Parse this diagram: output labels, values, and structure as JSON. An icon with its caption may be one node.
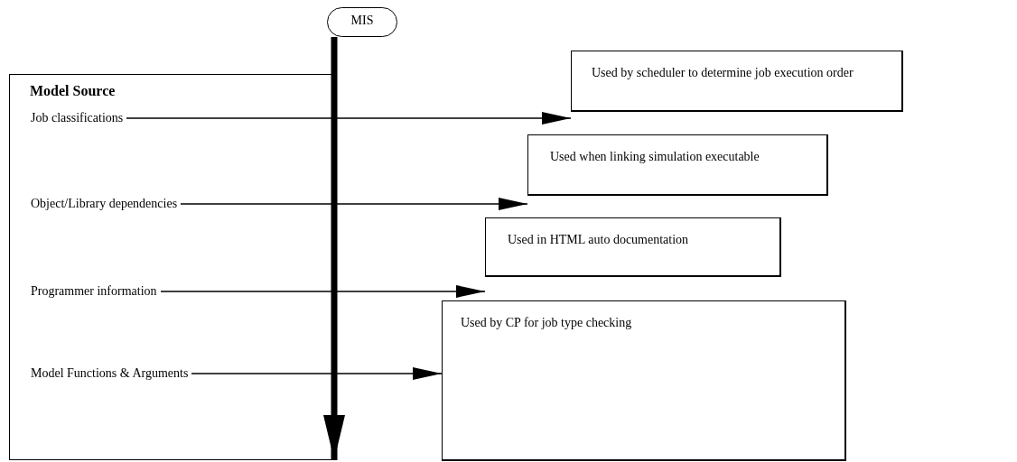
{
  "diagram": {
    "nodes": [
      {
        "text": [
          "MIS"
        ]
      },
      {
        "text": [
          "Model Source"
        ]
      },
      {
        "text": [
          "Job classifications"
        ],
        "in": 1
      },
      {
        "text": [
          "Object/Library dependencies"
        ],
        "in": 1
      },
      {
        "text": [
          "Programmer information"
        ],
        "in": 1
      },
      {
        "text": [
          "Model Functions & Arguments"
        ],
        "in": 1
      },
      {
        "text": [
          "Used by scheduler to determine job execution order"
        ]
      },
      {
        "text": [
          "Used when linking simulation executable"
        ]
      },
      {
        "text": [
          "Used in HTML auto documentation"
        ]
      },
      {
        "text": [
          "Used by CP for job type checking"
        ]
      }
    ],
    "edges": [
      {
        "from": 0,
        "to": 1,
        "arrow": "to",
        "style": "thick"
      },
      {
        "from": 2,
        "to": 6,
        "arrow": "to"
      },
      {
        "from": 3,
        "to": 7,
        "arrow": "to"
      },
      {
        "from": 4,
        "to": 8,
        "arrow": "to"
      },
      {
        "from": 5,
        "to": 9,
        "arrow": "to"
      }
    ]
  }
}
